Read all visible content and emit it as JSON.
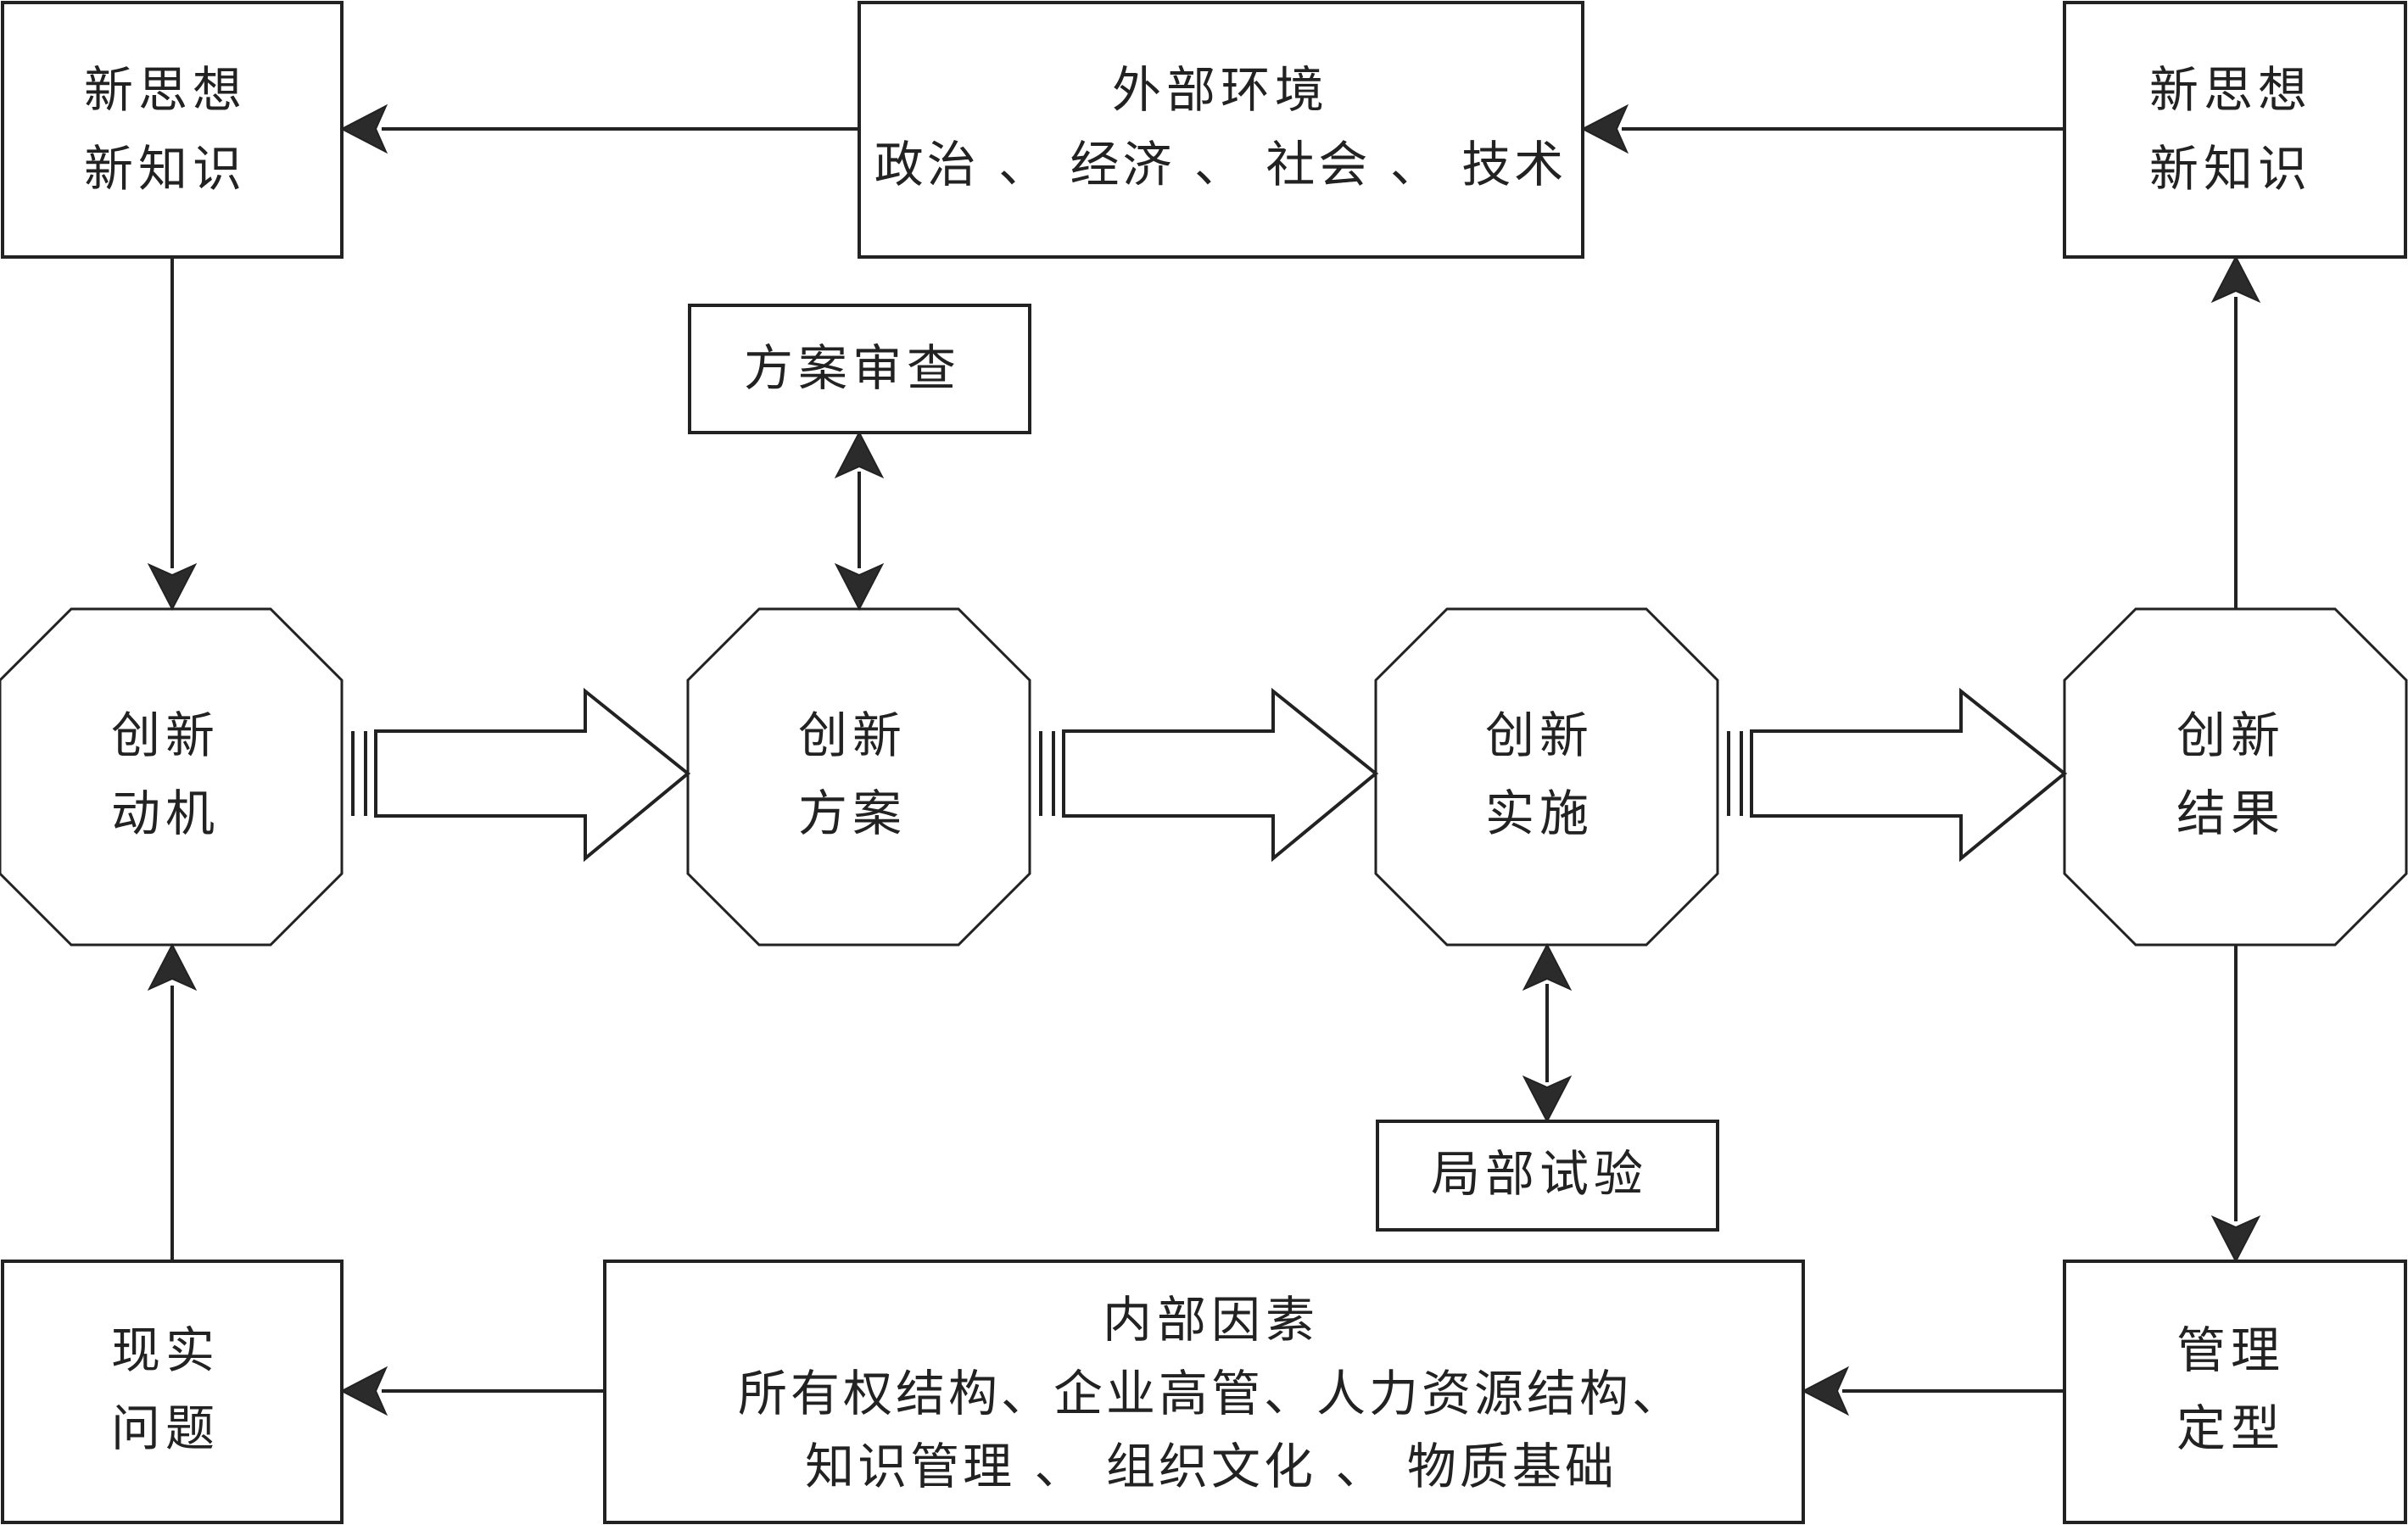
{
  "boxes": {
    "new_ideas_left": {
      "line1": "新思想",
      "line2": "新知识"
    },
    "external_env": {
      "title": "外部环境",
      "line2": "政治 、 经济 、 社会 、 技术"
    },
    "new_ideas_right": {
      "line1": "新思想",
      "line2": "新知识"
    },
    "plan_review": {
      "label": "方案审查"
    },
    "local_trial": {
      "label": "局部试验"
    },
    "real_problems": {
      "line1": "现实",
      "line2": "问题"
    },
    "internal_factors": {
      "title": "内部因素",
      "line2": "所有权结构、企业高管、人力资源结构、",
      "line3": "知识管理 、 组织文化 、 物质基础"
    },
    "mgmt_finalize": {
      "line1": "管理",
      "line2": "定型"
    }
  },
  "stages": [
    {
      "line1": "创新",
      "line2": "动机"
    },
    {
      "line1": "创新",
      "line2": "方案"
    },
    {
      "line1": "创新",
      "line2": "实施"
    },
    {
      "line1": "创新",
      "line2": "结果"
    }
  ]
}
